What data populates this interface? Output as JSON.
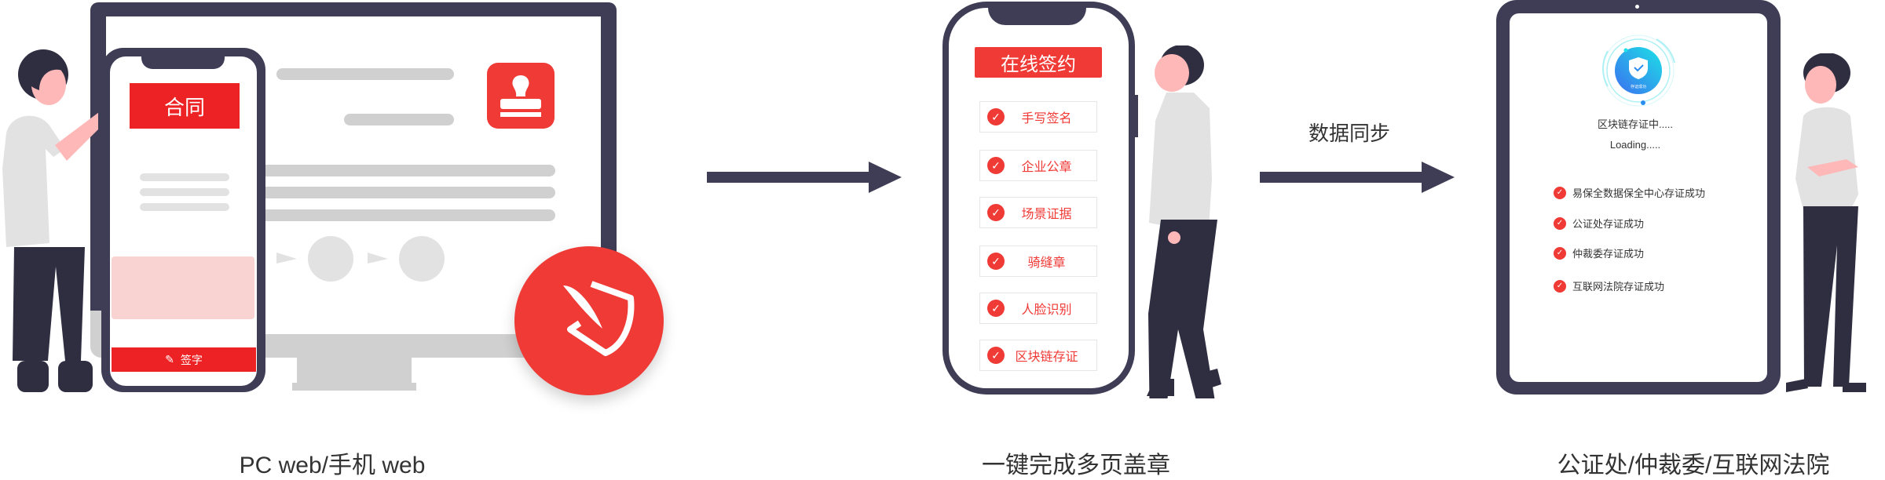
{
  "section_pc": {
    "phone_title": "合同",
    "sign_button": "签字",
    "caption": "PC  web/手机 web"
  },
  "section_seal": {
    "header": "在线签约",
    "items": [
      "手写签名",
      "企业公章",
      "场景证据",
      "骑缝章",
      "人脸识别",
      "区块链存证"
    ],
    "caption": "一键完成多页盖章"
  },
  "sync_label": "数据同步",
  "section_evidence": {
    "badge_text": "存证成功",
    "status": "区块链存证中.....",
    "loading": "Loading.....",
    "items": [
      "易保全数据保全中心存证成功",
      "公证处存证成功",
      "仲裁委存证成功",
      "互联网法院存证成功"
    ],
    "caption": "公证处/仲裁委/互联网法院"
  },
  "colors": {
    "accent": "#ef3a35",
    "device": "#3f3d56",
    "placeholder": "#d0d0d0",
    "shield_gradient": [
      "#1de1e6",
      "#3b6ff0"
    ]
  }
}
